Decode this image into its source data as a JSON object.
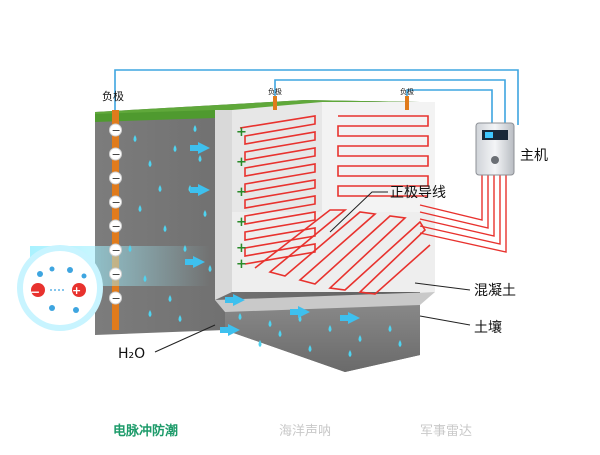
{
  "diagram": {
    "neg_main_label": "负极",
    "neg_small_labels": [
      "负极",
      "负极"
    ],
    "host_label": "主机",
    "positive_wire_label": "正极导线",
    "concrete_label": "混凝土",
    "soil_label": "土壤",
    "water_label": "H₂O",
    "minus_symbol": "−",
    "plus_symbol": "+",
    "colors": {
      "wire_blue": "#3ea5e0",
      "heating_red": "#e8322e",
      "grass": "#5fa83a",
      "tab_active": "#1d9b6a",
      "tab_inactive": "#c9c9c9"
    }
  },
  "tabs": [
    {
      "label": "电脉冲防潮",
      "active": true
    },
    {
      "label": "海洋声呐",
      "active": false
    },
    {
      "label": "军事雷达",
      "active": false
    }
  ]
}
